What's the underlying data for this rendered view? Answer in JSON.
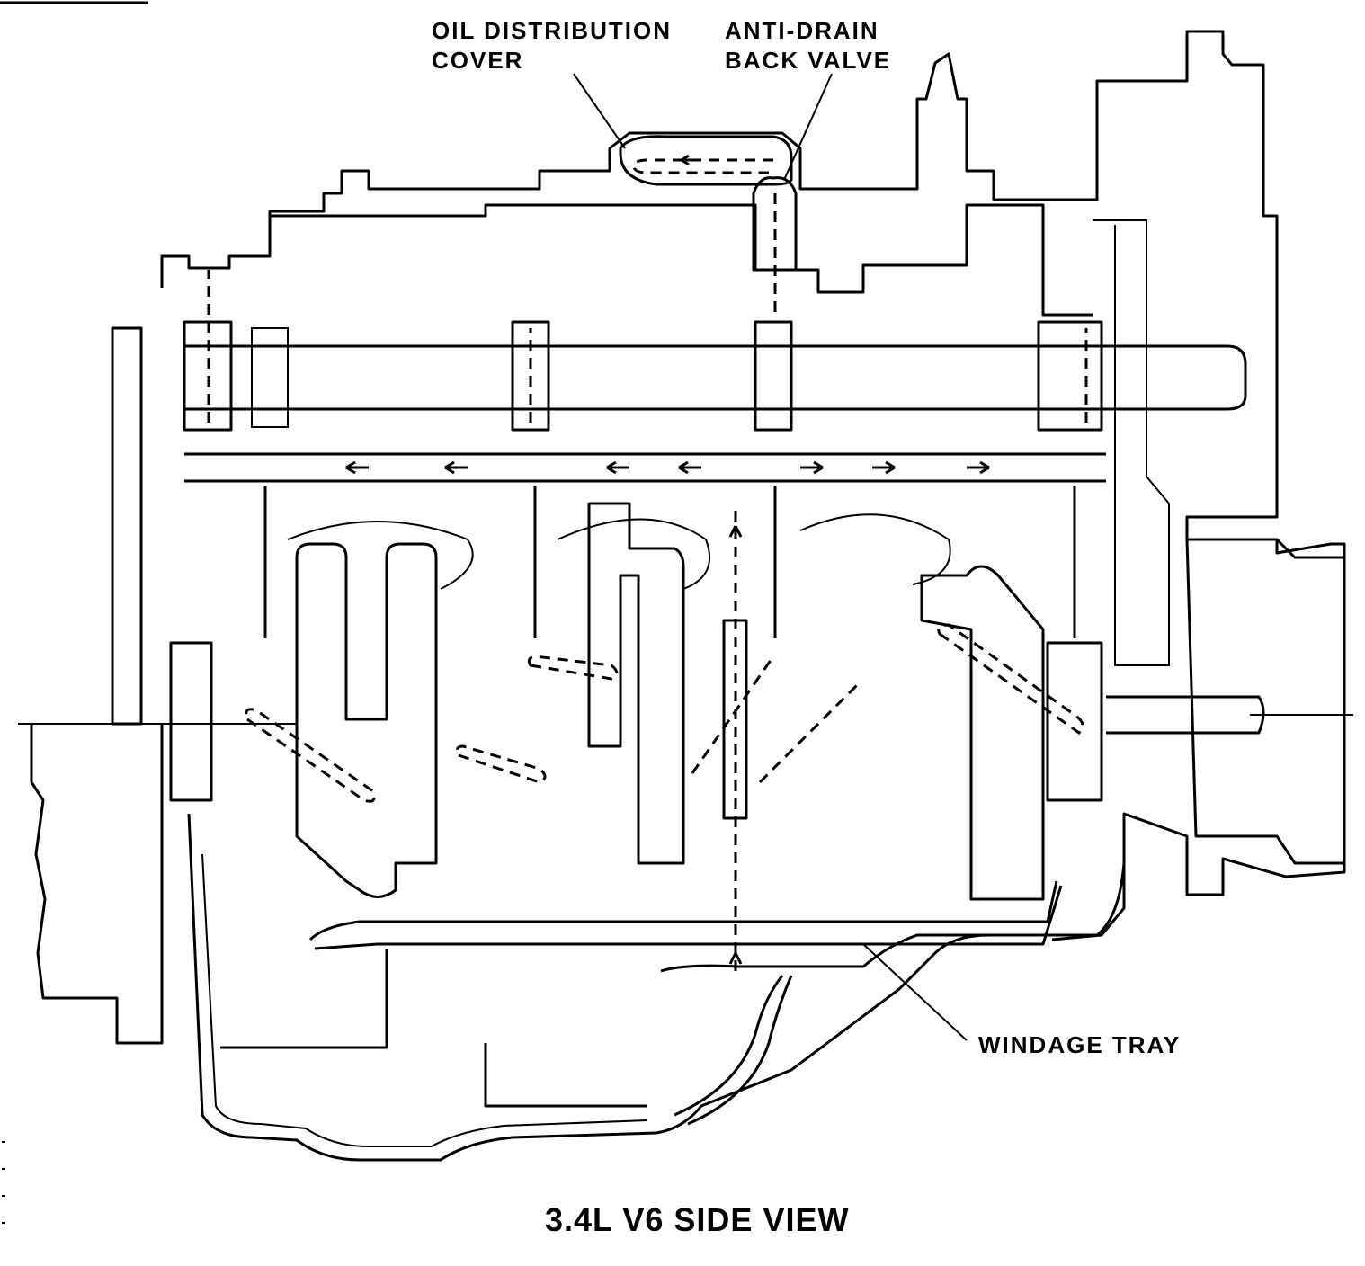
{
  "diagram": {
    "title": "3.4L V6 SIDE VIEW",
    "labels": {
      "oil_distribution_cover": "OIL DISTRIBUTION\nCOVER",
      "anti_drain_back_valve": "ANTI-DRAIN\nBACK VALVE",
      "windage_tray": "WINDAGE TRAY"
    }
  }
}
